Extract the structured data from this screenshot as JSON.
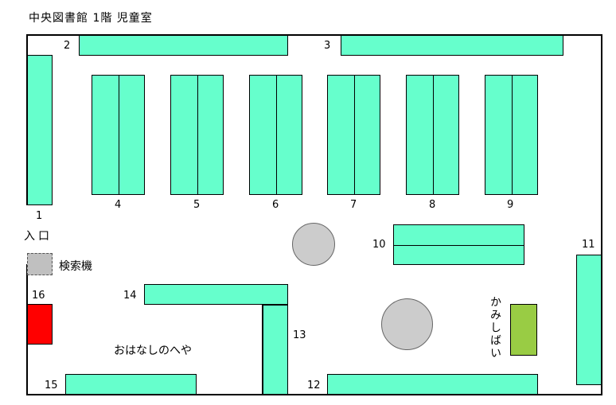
{
  "title": "中央図書館 1階 児童室",
  "colors": {
    "shelf": "#66ffcc",
    "stand": "#ff0000",
    "kamishibai": "#99cc44",
    "table": "#cccccc"
  },
  "shelves": {
    "s1": "1",
    "s2": "2",
    "s3": "3",
    "s4": "4",
    "s5": "5",
    "s6": "6",
    "s7": "7",
    "s8": "8",
    "s9": "9",
    "s10": "10",
    "s11": "11",
    "s12": "12",
    "s13": "13",
    "s14": "14",
    "s15": "15",
    "s16": "16"
  },
  "entrance": "入口",
  "search_machine": "検索機",
  "storytelling_room": "おはなしのへや",
  "kamishibai": "かみしばい"
}
